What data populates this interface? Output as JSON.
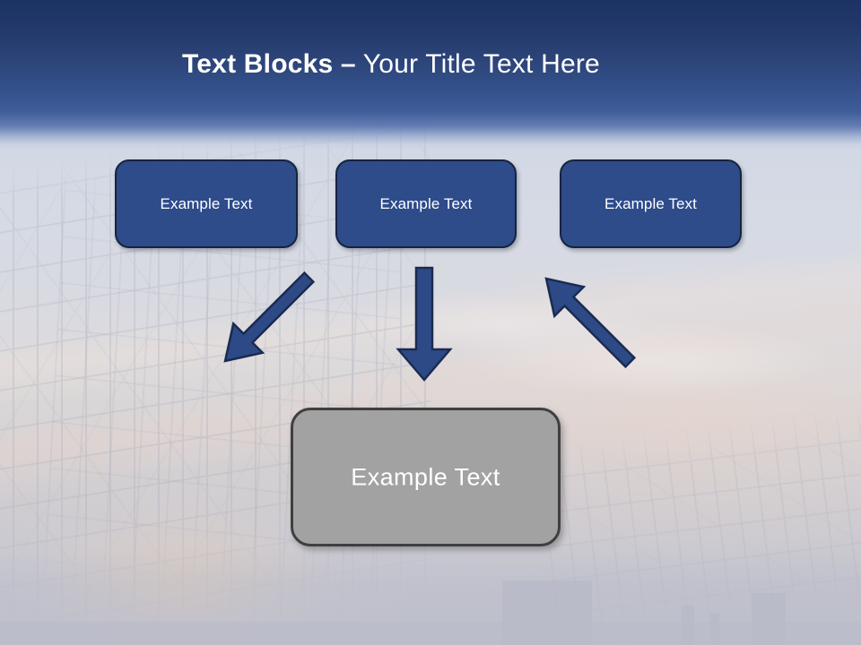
{
  "slide": {
    "title_bold": "Text Blocks –",
    "title_regular": " Your Title Text Here",
    "title_full": "Text Blocks – Your Title Text Here",
    "background_description": "faded construction scaffolding against sunset sky"
  },
  "colors": {
    "header_top": "#1b3263",
    "header_bottom": "#3f5c99",
    "box_fill": "#2e4b8a",
    "box_border": "#17233f",
    "box_text": "#ffffff",
    "arrow_fill": "#2d4a87",
    "arrow_border": "#1b2b50",
    "result_fill": "#a2a2a2",
    "result_border": "#3f3f3f",
    "result_text": "#ffffff",
    "slide_background": "#c9cbd6"
  },
  "boxes": [
    {
      "id": "box-1",
      "label": "Example Text"
    },
    {
      "id": "box-2",
      "label": "Example Text"
    },
    {
      "id": "box-3",
      "label": "Example Text"
    }
  ],
  "arrows": [
    {
      "id": "arrow-left",
      "direction": "down-right"
    },
    {
      "id": "arrow-mid",
      "direction": "down"
    },
    {
      "id": "arrow-right",
      "direction": "down-left"
    }
  ],
  "result_box": {
    "label": "Example Text"
  }
}
